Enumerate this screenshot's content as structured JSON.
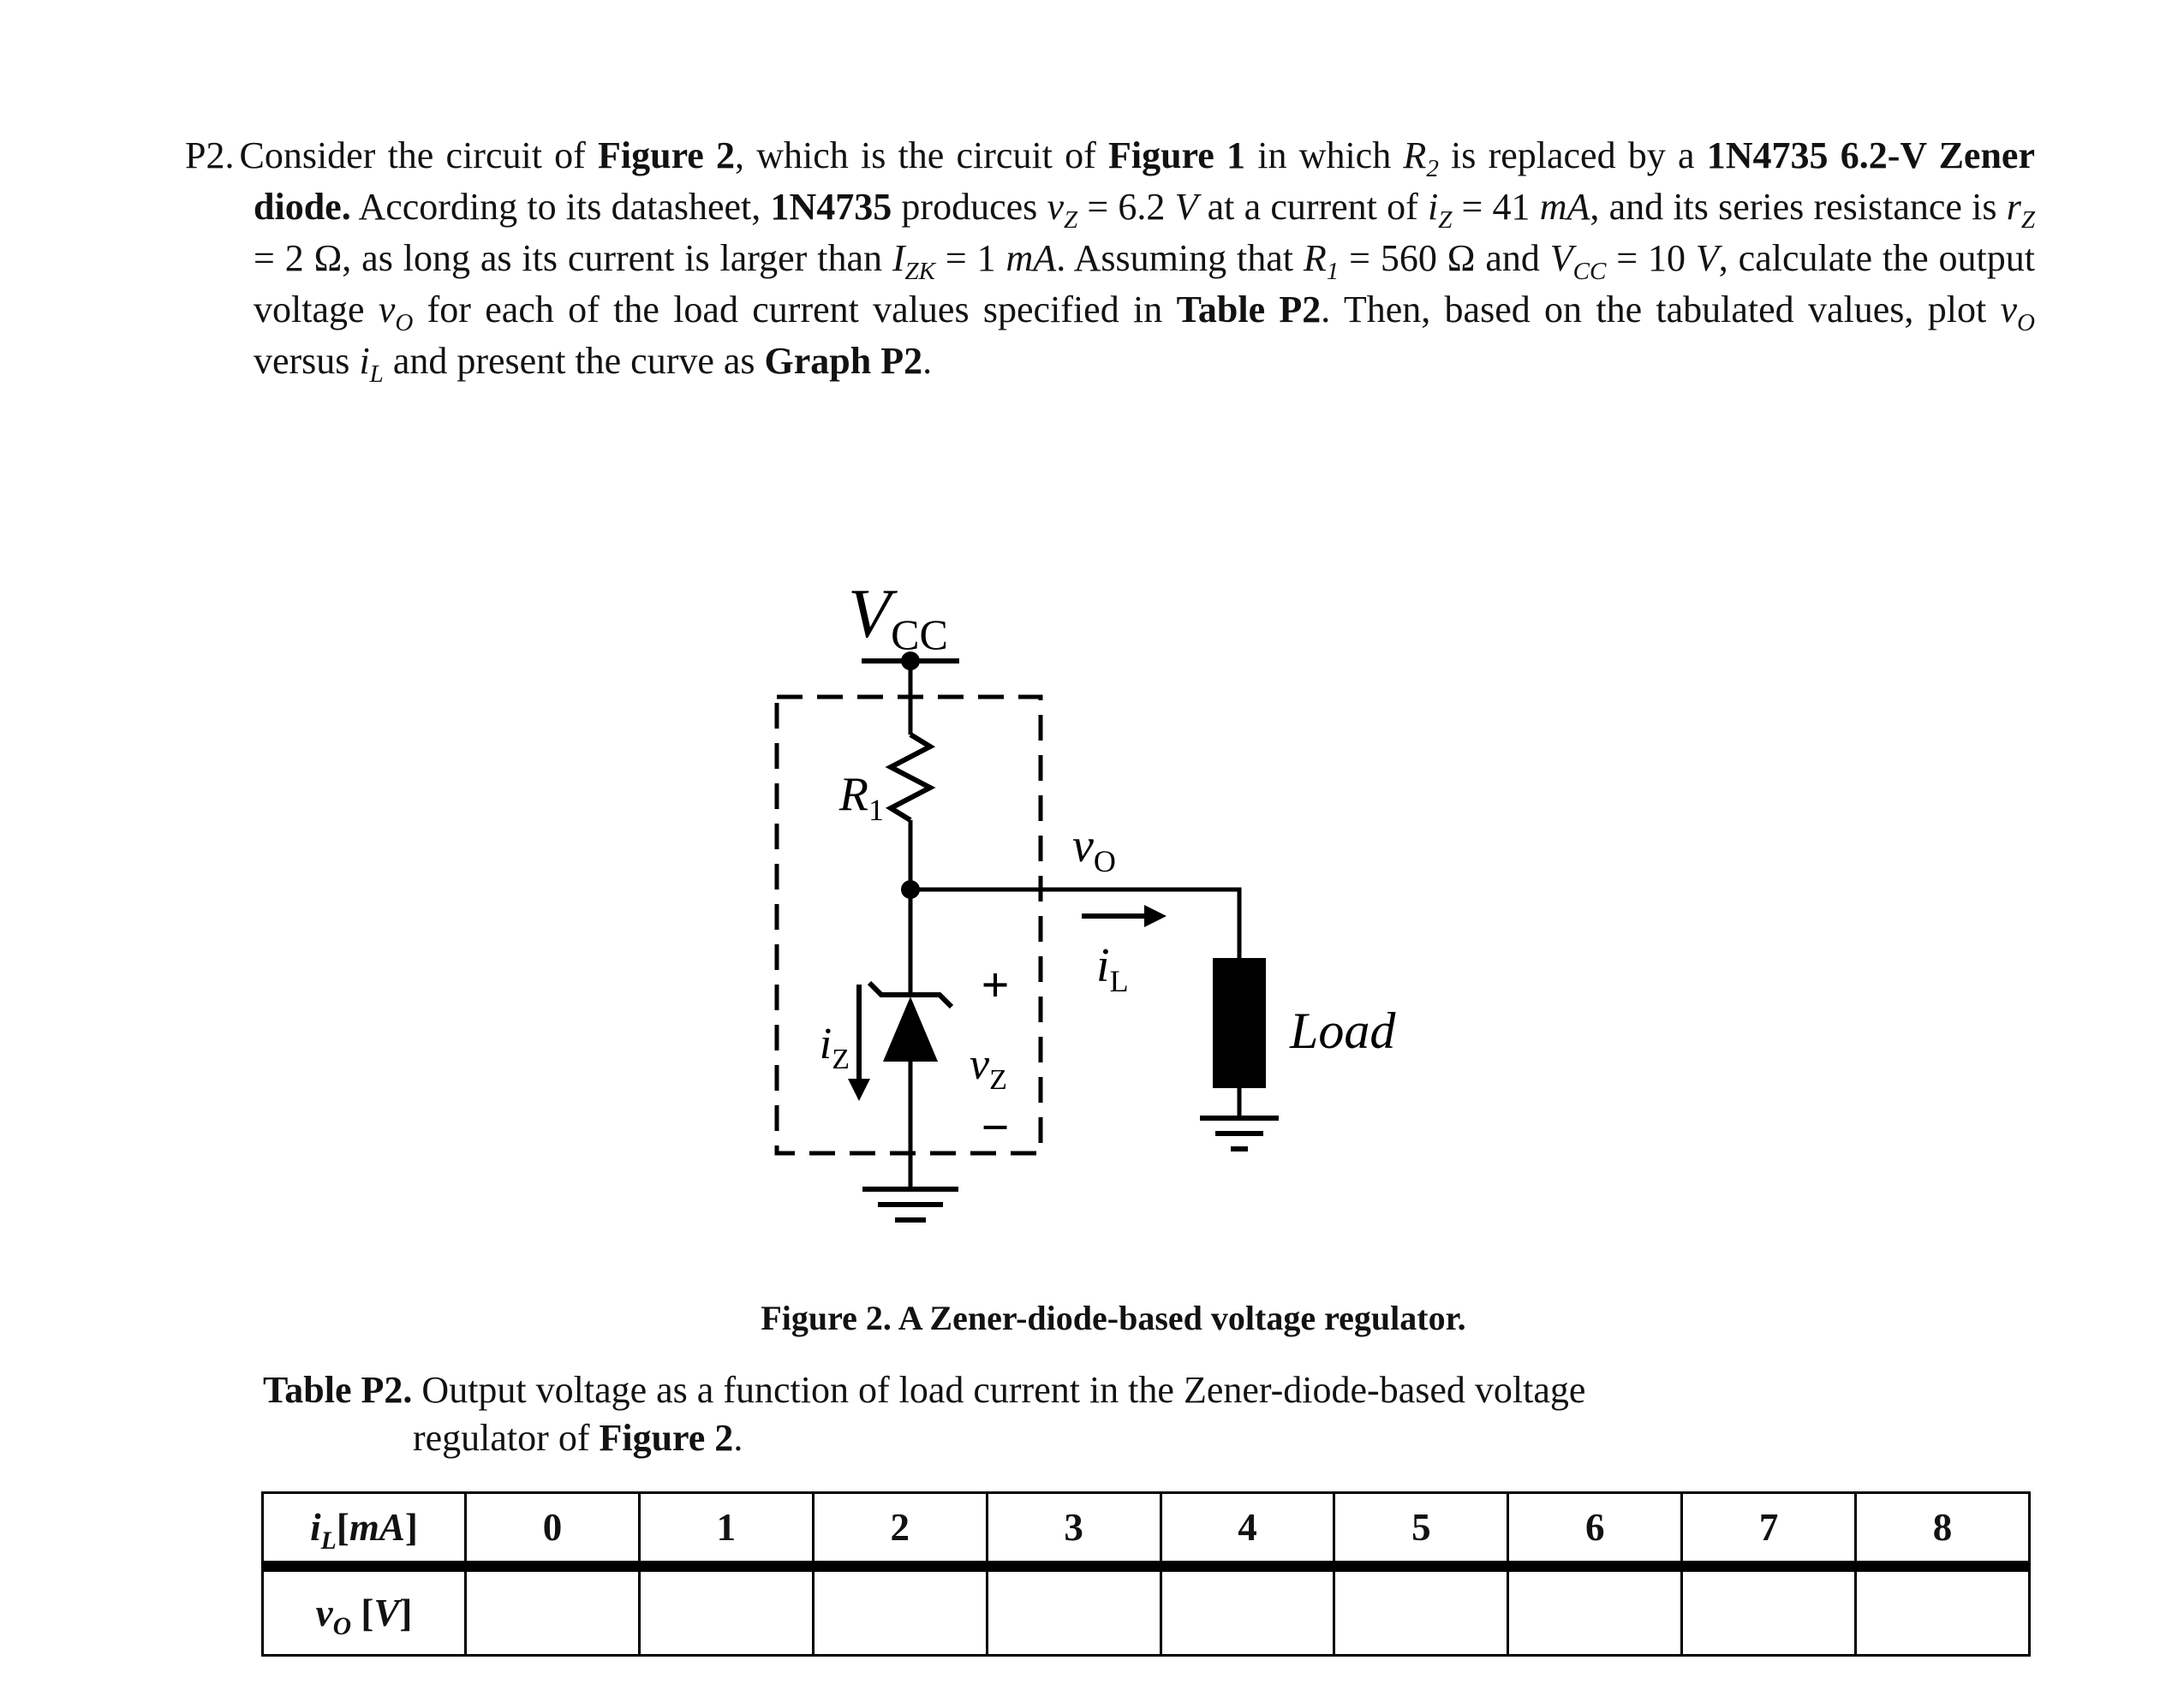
{
  "problem": {
    "label": "P2.",
    "segments": [
      {
        "t": "Consider the circuit of "
      },
      {
        "t": "Figure 2",
        "b": true
      },
      {
        "t": ", which is the circuit of "
      },
      {
        "t": "Figure 1",
        "b": true
      },
      {
        "t": " in which "
      },
      {
        "t": "R",
        "i": true
      },
      {
        "t": "2",
        "i": true,
        "s": true
      },
      {
        "t": " is replaced by a "
      },
      {
        "t": "1N4735 6.2-V Zener diode.",
        "b": true
      },
      {
        "t": " According to its datasheet, "
      },
      {
        "t": "1N4735",
        "b": true
      },
      {
        "t": " produces "
      },
      {
        "t": "v",
        "i": true
      },
      {
        "t": "Z",
        "i": true,
        "s": true
      },
      {
        "t": " = 6.2 "
      },
      {
        "t": "V",
        "i": true
      },
      {
        "t": " at a current of "
      },
      {
        "t": "i",
        "i": true
      },
      {
        "t": "Z",
        "i": true,
        "s": true
      },
      {
        "t": " = 41 "
      },
      {
        "t": "mA",
        "i": true
      },
      {
        "t": ", and its series resistance is "
      },
      {
        "t": "r",
        "i": true
      },
      {
        "t": "Z",
        "i": true,
        "s": true
      },
      {
        "t": " = 2 Ω, as long as its current is larger than "
      },
      {
        "t": "I",
        "i": true
      },
      {
        "t": "ZK",
        "i": true,
        "s": true
      },
      {
        "t": " = 1 "
      },
      {
        "t": "mA",
        "i": true
      },
      {
        "t": ". Assuming that "
      },
      {
        "t": "R",
        "i": true
      },
      {
        "t": "1",
        "i": true,
        "s": true
      },
      {
        "t": " = 560 Ω and "
      },
      {
        "t": "V",
        "i": true
      },
      {
        "t": "CC",
        "i": true,
        "s": true
      },
      {
        "t": " = 10 "
      },
      {
        "t": "V",
        "i": true
      },
      {
        "t": ", calculate the output voltage "
      },
      {
        "t": "v",
        "i": true
      },
      {
        "t": "O",
        "i": true,
        "s": true
      },
      {
        "t": " for each of the load current values specified in "
      },
      {
        "t": "Table P2",
        "b": true
      },
      {
        "t": ". Then, based on the tabulated values, plot "
      },
      {
        "t": "v",
        "i": true
      },
      {
        "t": "O",
        "i": true,
        "s": true
      },
      {
        "t": " versus "
      },
      {
        "t": "i",
        "i": true
      },
      {
        "t": "L",
        "i": true,
        "s": true
      },
      {
        "t": " and present the curve as "
      },
      {
        "t": "Graph P2",
        "b": true
      },
      {
        "t": "."
      }
    ]
  },
  "figure": {
    "caption_segments": [
      {
        "t": "Figure 2. A Zener-diode-based voltage regulator.",
        "b": true
      }
    ],
    "labels": {
      "vcc_main": "V",
      "vcc_sub": "CC",
      "r1_main": "R",
      "r1_sub": "1",
      "vo_main": "v",
      "vo_sub": "O",
      "il_main": "i",
      "il_sub": "L",
      "iz_main": "i",
      "iz_sub": "Z",
      "vz_main": "v",
      "vz_sub": "Z",
      "plus": "+",
      "minus": "−",
      "load": "Load"
    }
  },
  "table": {
    "caption_line1_segments": [
      {
        "t": "Table P2.",
        "b": true
      },
      {
        "t": " Output voltage as a function of load current in the Zener-diode-based voltage"
      }
    ],
    "caption_line2_segments": [
      {
        "t": "regulator of "
      },
      {
        "t": "Figure 2",
        "b": true
      },
      {
        "t": "."
      }
    ],
    "header": {
      "label_segments": [
        {
          "t": "i",
          "b": true,
          "i": true
        },
        {
          "t": "L",
          "b": true,
          "i": true,
          "s": true
        },
        {
          "t": "[",
          "b": true
        },
        {
          "t": "mA",
          "b": true,
          "i": true
        },
        {
          "t": "]",
          "b": true
        }
      ],
      "columns": [
        "0",
        "1",
        "2",
        "3",
        "4",
        "5",
        "6",
        "7",
        "8"
      ]
    },
    "row": {
      "label_segments": [
        {
          "t": "v",
          "b": true,
          "i": true
        },
        {
          "t": "O",
          "b": true,
          "i": true,
          "s": true
        },
        {
          "t": " [",
          "b": true
        },
        {
          "t": "V",
          "b": true,
          "i": true
        },
        {
          "t": "]",
          "b": true
        }
      ],
      "values": [
        "",
        "",
        "",
        "",
        "",
        "",
        "",
        "",
        ""
      ]
    }
  }
}
